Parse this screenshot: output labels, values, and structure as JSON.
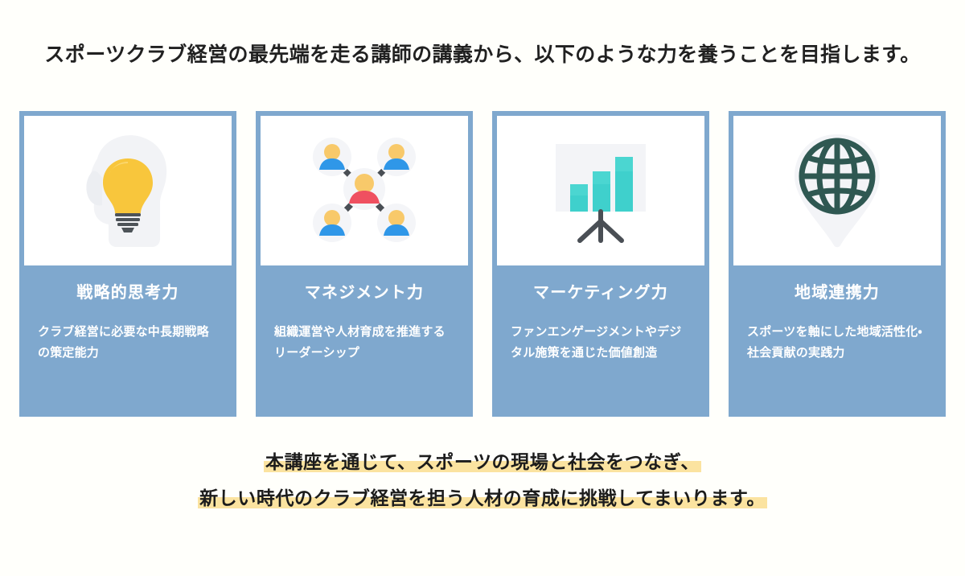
{
  "headline": "スポーツクラブ経営の最先端を走る講師の講義から、以下のような力を養うことを目指します。",
  "colors": {
    "page_background": "#fffffb",
    "card_blue": "#7fa8ce",
    "icon_panel": "#ffffff",
    "highlight_yellow": "#fbe3a0",
    "headline_text": "#212121",
    "card_text": "#ffffff",
    "bulb_yellow": "#f8c63c",
    "person_blue": "#2f97e8",
    "person_red": "#ef5060",
    "person_skin": "#f8c96a",
    "chart_teal": "#3fd0cc",
    "globe_green": "#2f5852",
    "connector_gray": "#4a4f55",
    "silhouette_gray": "#f1f2f5"
  },
  "cards": [
    {
      "icon": "head-lightbulb-icon",
      "title": "戦略的思考力",
      "description": "クラブ経営に必要な中長期戦略の策定能力"
    },
    {
      "icon": "people-network-icon",
      "title": "マネジメント力",
      "description": "組織運営や人材育成を推進するリーダーシップ"
    },
    {
      "icon": "presentation-bar-chart-icon",
      "title": "マーケティング力",
      "description": "ファンエンゲージメントやデジタル施策を通じた価値創造"
    },
    {
      "icon": "globe-location-pin-icon",
      "title": "地域連携力",
      "description": "スポーツを軸にした地域活性化・社会貢献の実践力"
    }
  ],
  "closing": {
    "line1": "本講座を通じて、スポーツの現場と社会をつなぎ、",
    "line2": "新しい時代のクラブ経営を担う人材の育成に挑戦してまいります。"
  }
}
